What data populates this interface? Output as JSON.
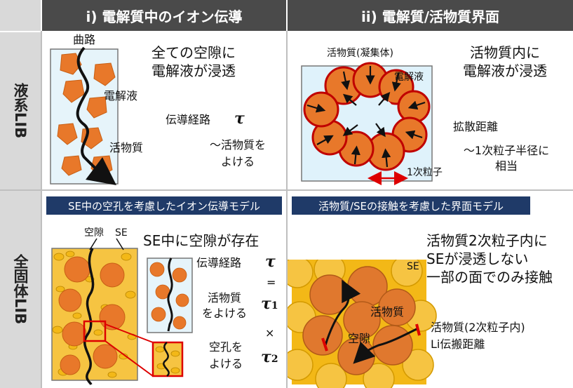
{
  "headers": {
    "col1": "i) 電解質中のイオン伝導",
    "col2": "ii) 電解質/活物質界面"
  },
  "rows": {
    "liquid": "液系LIB",
    "solid": "全固体LIB"
  },
  "liquid_conduction": {
    "tortuosity_label": "曲路",
    "headline_line1": "全ての空隙に",
    "headline_line2": "電解液が浸透",
    "electrolyte_label": "電解液",
    "path_label": "伝導経路",
    "tau_symbol": "τ",
    "active_label": "活物質",
    "avoid_line1": "〜活物質を",
    "avoid_line2": "よける"
  },
  "liquid_interface": {
    "agglomerate_label": "活物質(凝集体)",
    "electrolyte_label": "電解液",
    "headline_line1": "活物質内に",
    "headline_line2": "電解液が浸透",
    "diffusion_label": "拡散距離",
    "radius_line1": "〜1次粒子半径に",
    "radius_line2": "相当",
    "primary_label": "1次粒子"
  },
  "solid_conduction": {
    "model_bar": "SE中の空孔を考慮したイオン伝導モデル",
    "void_label": "空隙",
    "se_label": "SE",
    "headline": "SE中に空隙が存在",
    "path_label": "伝導経路",
    "tau": "τ",
    "equals": "=",
    "avoid_active_line1": "活物質",
    "avoid_active_line2": "をよける",
    "tau1_base": "τ",
    "tau1_sub": "1",
    "times": "×",
    "avoid_void_line1": "空孔を",
    "avoid_void_line2": "よける",
    "tau2_base": "τ",
    "tau2_sub": "2"
  },
  "solid_interface": {
    "model_bar": "活物質/SEの接触を考慮した界面モデル",
    "headline_line1": "活物質2次粒子内に",
    "headline_line2": "SEが浸透しない",
    "headline_line3": "一部の面でのみ接触",
    "se_label": "SE",
    "active_label": "活物質",
    "void_label": "空隙",
    "desc_line1": "活物質(2次粒子内)",
    "desc_line2": "Li伝搬距離"
  },
  "colors": {
    "header_bg": "#4a4a4a",
    "row_label_bg": "#d9d9d9",
    "bar_bg": "#1f3a68",
    "active_material": "#e8782a",
    "solid_electrolyte": "#f3b817",
    "electrolyte_box": "#e6f4fa",
    "agglomerate_outline": "#c00000"
  }
}
